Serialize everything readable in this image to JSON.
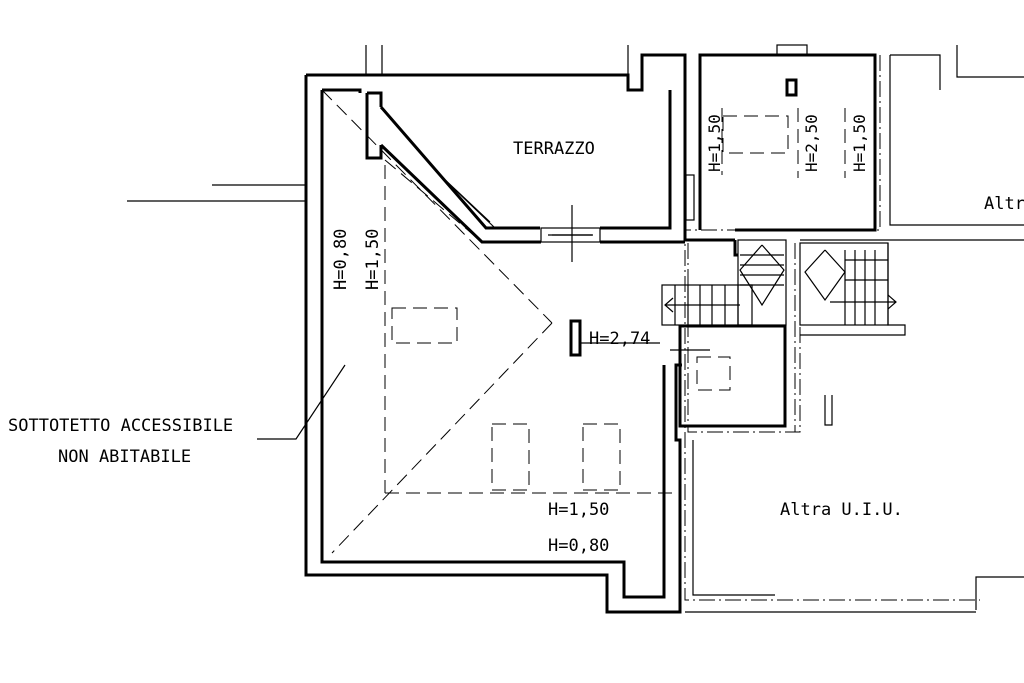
{
  "labels": {
    "terrazzo": "TERRAZZO",
    "sottotetto_line1": "SOTTOTETTO ACCESSIBILE",
    "sottotetto_line2": "NON ABITABILE",
    "altra_uiu_partial": "Altra",
    "altra_uiu": "Altra U.I.U."
  },
  "heights": {
    "left_outer": "H=0,80",
    "left_inner": "H=1,50",
    "center": "H=2,74",
    "bottom_inner": "H=1,50",
    "bottom_outer": "H=0,80",
    "room_left": "H=1,50",
    "room_middle": "H=2,50",
    "room_right": "H=1,50"
  }
}
